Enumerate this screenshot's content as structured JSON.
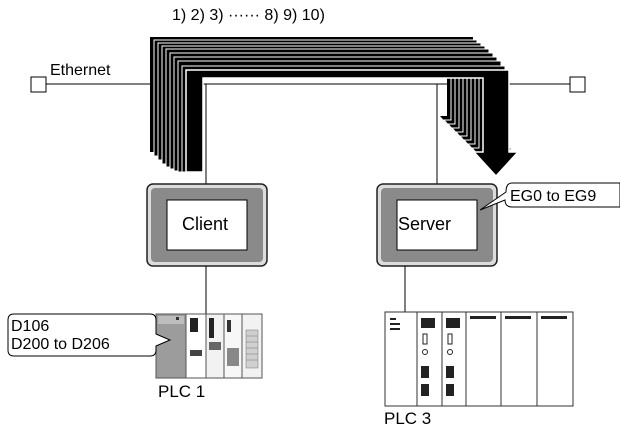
{
  "sequence_label": "1) 2) 3) ······ 8) 9) 10)",
  "network_label": "Ethernet",
  "client": {
    "label": "Client"
  },
  "server": {
    "label": "Server",
    "callout": "EG0 to EG9"
  },
  "plc1": {
    "label": "PLC 1",
    "devices": [
      "D106",
      "D200 to D206"
    ]
  },
  "plc3": {
    "label": "PLC 3"
  }
}
